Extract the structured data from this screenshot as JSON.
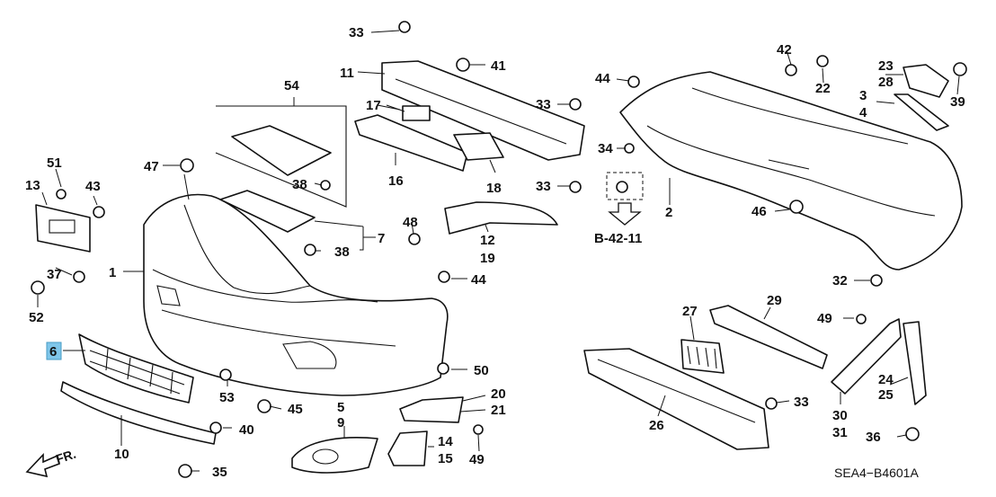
{
  "diagram": {
    "callouts": [
      {
        "id": "c1",
        "text": "1"
      },
      {
        "id": "c2",
        "text": "2"
      },
      {
        "id": "c3",
        "text": "3"
      },
      {
        "id": "c4",
        "text": "4"
      },
      {
        "id": "c5",
        "text": "5"
      },
      {
        "id": "c6",
        "text": "6",
        "highlight": true
      },
      {
        "id": "c7",
        "text": "7"
      },
      {
        "id": "c9",
        "text": "9"
      },
      {
        "id": "c10",
        "text": "10"
      },
      {
        "id": "c11",
        "text": "11"
      },
      {
        "id": "c12",
        "text": "12"
      },
      {
        "id": "c13",
        "text": "13"
      },
      {
        "id": "c14",
        "text": "14"
      },
      {
        "id": "c15",
        "text": "15"
      },
      {
        "id": "c16",
        "text": "16"
      },
      {
        "id": "c17",
        "text": "17"
      },
      {
        "id": "c18",
        "text": "18"
      },
      {
        "id": "c19",
        "text": "19"
      },
      {
        "id": "c20",
        "text": "20"
      },
      {
        "id": "c21",
        "text": "21"
      },
      {
        "id": "c22",
        "text": "22"
      },
      {
        "id": "c23",
        "text": "23"
      },
      {
        "id": "c24",
        "text": "24"
      },
      {
        "id": "c25",
        "text": "25"
      },
      {
        "id": "c26",
        "text": "26"
      },
      {
        "id": "c27",
        "text": "27"
      },
      {
        "id": "c28",
        "text": "28"
      },
      {
        "id": "c29",
        "text": "29"
      },
      {
        "id": "c30",
        "text": "30"
      },
      {
        "id": "c31",
        "text": "31"
      },
      {
        "id": "c32",
        "text": "32"
      },
      {
        "id": "c33a",
        "text": "33"
      },
      {
        "id": "c33b",
        "text": "33"
      },
      {
        "id": "c33c",
        "text": "33"
      },
      {
        "id": "c33d",
        "text": "33"
      },
      {
        "id": "c34",
        "text": "34"
      },
      {
        "id": "c35",
        "text": "35"
      },
      {
        "id": "c36",
        "text": "36"
      },
      {
        "id": "c37",
        "text": "37"
      },
      {
        "id": "c38a",
        "text": "38"
      },
      {
        "id": "c38b",
        "text": "38"
      },
      {
        "id": "c39",
        "text": "39"
      },
      {
        "id": "c40",
        "text": "40"
      },
      {
        "id": "c41",
        "text": "41"
      },
      {
        "id": "c42",
        "text": "42"
      },
      {
        "id": "c43",
        "text": "43"
      },
      {
        "id": "c44a",
        "text": "44"
      },
      {
        "id": "c44b",
        "text": "44"
      },
      {
        "id": "c45",
        "text": "45"
      },
      {
        "id": "c46",
        "text": "46"
      },
      {
        "id": "c47",
        "text": "47"
      },
      {
        "id": "c48",
        "text": "48"
      },
      {
        "id": "c49a",
        "text": "49"
      },
      {
        "id": "c49b",
        "text": "49"
      },
      {
        "id": "c50",
        "text": "50"
      },
      {
        "id": "c51",
        "text": "51"
      },
      {
        "id": "c52",
        "text": "52"
      },
      {
        "id": "c53",
        "text": "53"
      },
      {
        "id": "c54",
        "text": "54"
      }
    ],
    "reference": "B-42-11",
    "direction": "FR.",
    "code": "SEA4−B4601A",
    "highlight_color": "#7fc6ea"
  }
}
